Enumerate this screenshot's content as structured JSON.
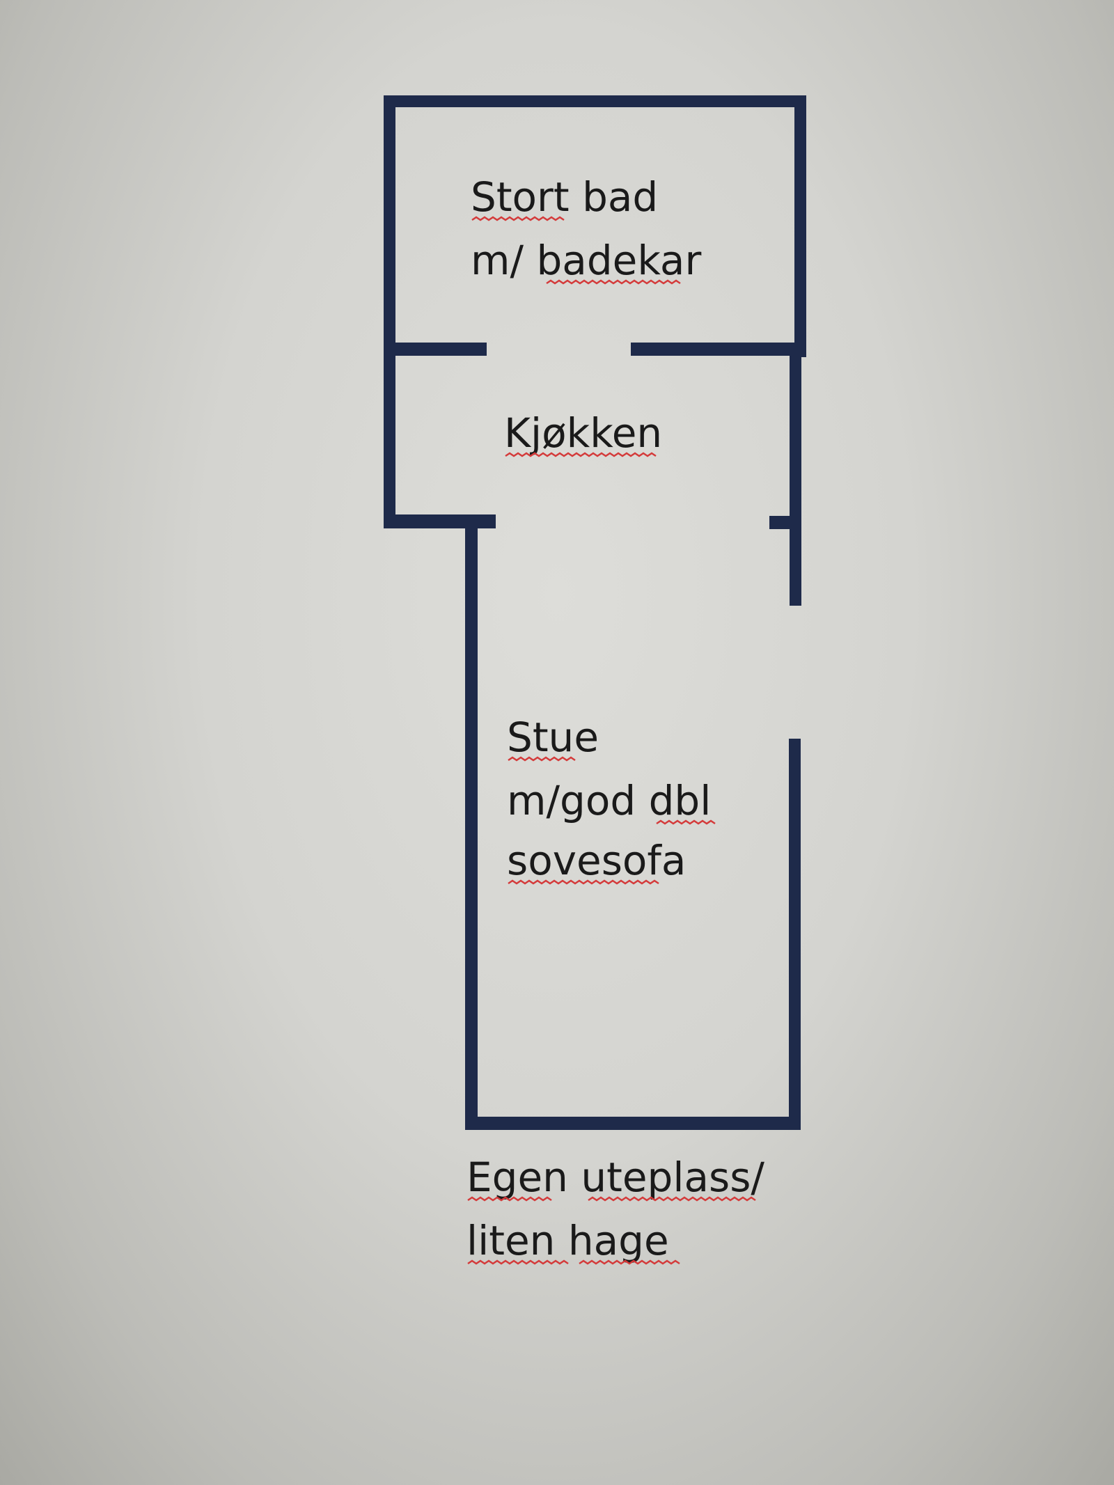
{
  "rooms": {
    "bathroom": {
      "line1": "Stort bad",
      "line2": "m/ badekar"
    },
    "kitchen": {
      "line1": "Kjøkken"
    },
    "living_room": {
      "line1": "Stue",
      "line2": "m/god dbl",
      "line3": "sovesofa"
    },
    "outdoor": {
      "line1": "Egen uteplass/",
      "line2": "liten hage"
    }
  },
  "colors": {
    "wall": "#1e2a4a",
    "text": "#1a1a1a",
    "spellcheck_underline": "#d43a3a",
    "background": "#d4d4d0"
  }
}
